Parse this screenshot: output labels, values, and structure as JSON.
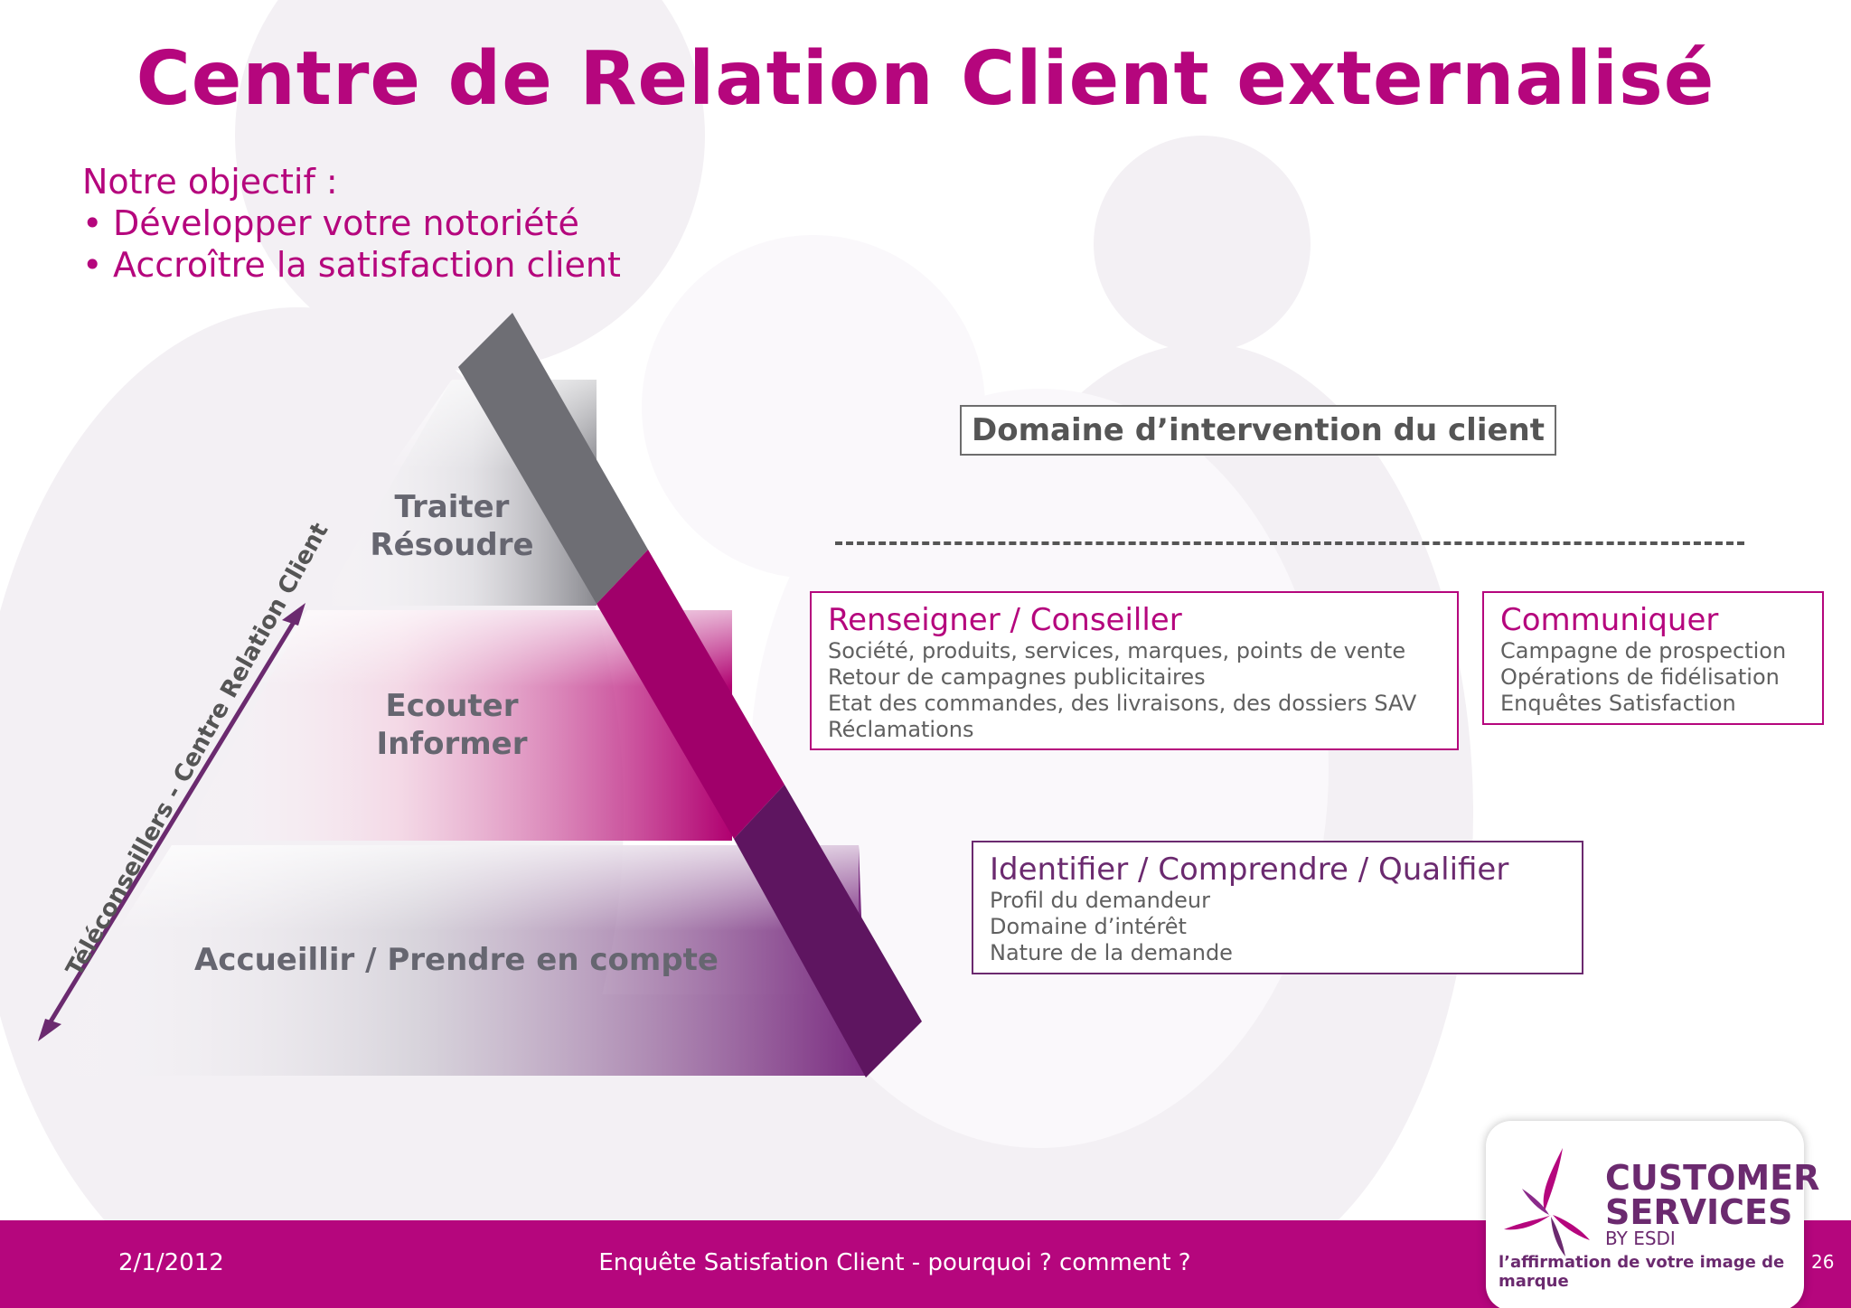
{
  "title": "Centre de Relation Client externalisé",
  "objective": {
    "heading": "Notre objectif :",
    "items": [
      "Développer votre notoriété",
      "Accroître la satisfaction client"
    ]
  },
  "pyramid": {
    "levels": [
      {
        "line1": "Traiter",
        "line2": "Résoudre",
        "color": "#6e6e74"
      },
      {
        "line1": "Ecouter",
        "line2": "Informer",
        "color": "#a0006a"
      },
      {
        "line1": "Accueillir / Prendre en compte",
        "line2": "",
        "color": "#5e1560"
      }
    ],
    "side_label": "Téléconseillers - Centre Relation Client"
  },
  "domain_label": "Domaine d’intervention du client",
  "boxes": {
    "renseigner": {
      "title": "Renseigner  / Conseiller",
      "lines": [
        "Société, produits, services, marques, points de vente",
        "Retour de campagnes publicitaires",
        "Etat des commandes, des livraisons, des dossiers SAV",
        "Réclamations"
      ]
    },
    "communiquer": {
      "title": "Communiquer",
      "lines": [
        "Campagne de prospection",
        "Opérations de fidélisation",
        "Enquêtes Satisfaction"
      ]
    },
    "identifier": {
      "title": "Identifier / Comprendre / Qualifier",
      "lines": [
        "Profil du demandeur",
        "Domaine d’intérêt",
        "Nature de la demande"
      ]
    }
  },
  "footer": {
    "date": "2/1/2012",
    "center": "Enquête Satisfation Client - pourquoi ? comment ?",
    "page": "26"
  },
  "logo": {
    "brand_line1": "CUSTOMER",
    "brand_line2": "SERVICES",
    "by": "BY ESDI",
    "tagline": "l’affirmation de votre image de marque"
  },
  "colors": {
    "magenta": "#b5067d",
    "violet": "#6b2a6f",
    "grey": "#6e6e74"
  }
}
